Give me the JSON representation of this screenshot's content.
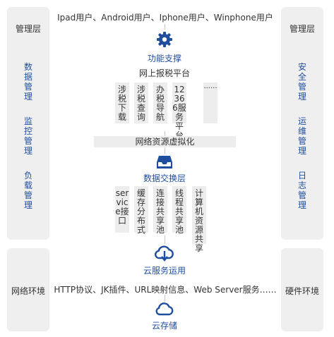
{
  "left_panel": {
    "top_label": "管理层",
    "items": [
      "数据管理",
      "监控管理",
      "负载管理"
    ],
    "bottom_label": "网络环境"
  },
  "right_panel": {
    "top_label": "管理层",
    "items": [
      "安全管理",
      "运维管理",
      "日志管理"
    ],
    "bottom_label": "硬件环境"
  },
  "center": {
    "users": "Ipad用户、Android用户、Iphone用户、Winphone用户",
    "function_support": "功能支撑",
    "platform": "网上报税平台",
    "platform_items": [
      "涉税下载",
      "涉税查询",
      "办税导航",
      "12366服务平台",
      "······"
    ],
    "virtualization": "网络资源虚拟化",
    "data_exchange": "数据交换层",
    "exchange_items": [
      "service接口",
      "缓存分布式",
      "连接共享池",
      "线程共享池",
      "计算机资源共享"
    ],
    "cloud_service": "云服务运用",
    "protocols": "HTTP协议、JK插件、URL映射信息、Web Server服务……",
    "cloud_storage": "云存储"
  },
  "colors": {
    "accent": "#1f4e9e",
    "panel": "#efefef",
    "box": "#ededed"
  }
}
